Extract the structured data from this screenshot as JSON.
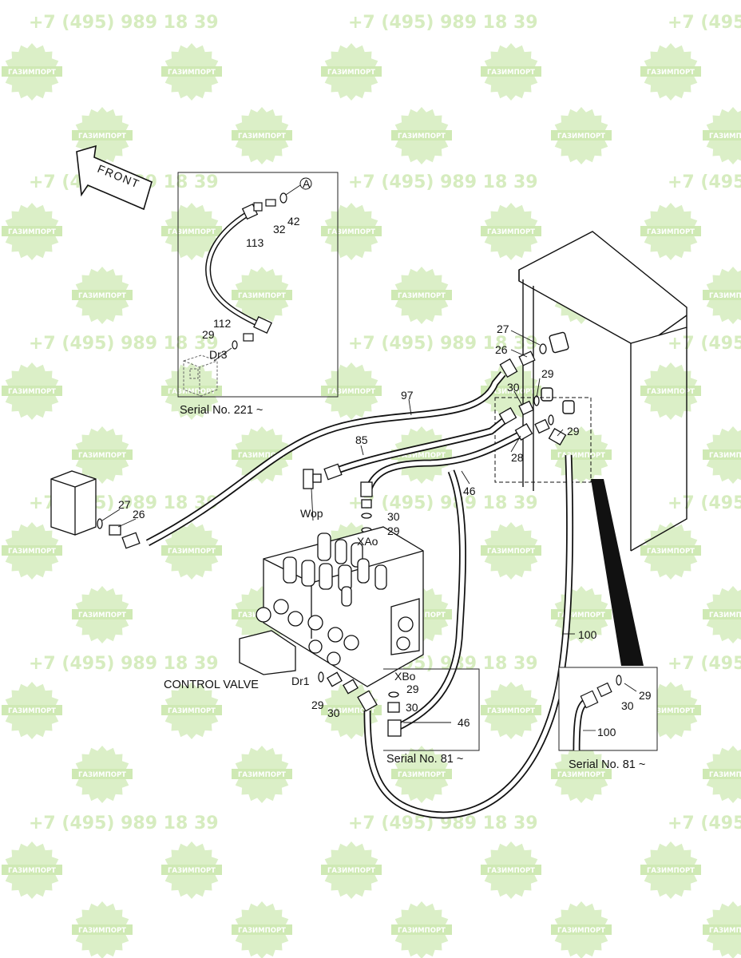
{
  "watermark": {
    "phone": "+7 (495) 989 18 39",
    "brand": "ГАЗИМПОРТ",
    "color": "#cfe9b4"
  },
  "front_label": "FRONT",
  "inset_left": {
    "caption": "Serial No. 221 ~",
    "callout": "A",
    "labels": {
      "p113": "113",
      "p32": "32",
      "p42": "42",
      "p112": "112",
      "p29": "29",
      "dr3": "Dr3"
    }
  },
  "inset_mid": {
    "caption": "Serial No. 81 ~",
    "labels": {
      "xbo": "XBo",
      "p29": "29",
      "p30": "30",
      "p46": "46"
    }
  },
  "inset_right": {
    "caption": "Serial No. 81 ~",
    "labels": {
      "p29": "29",
      "p30": "30",
      "p100": "100"
    }
  },
  "main": {
    "control_valve": "CONTROL VALVE",
    "labels": {
      "p27_top": "27",
      "p26_top": "26",
      "p29_top": "29",
      "p30_top": "30",
      "p29_right": "29",
      "p28": "28",
      "p97": "97",
      "p85": "85",
      "p46": "46",
      "p27_left": "27",
      "p26_left": "26",
      "wop": "Wop",
      "p30_mid": "30",
      "p29_mid": "29",
      "xao": "XAo",
      "p100": "100",
      "dr1": "Dr1",
      "p29_bot": "29",
      "p30_bot": "30"
    }
  }
}
